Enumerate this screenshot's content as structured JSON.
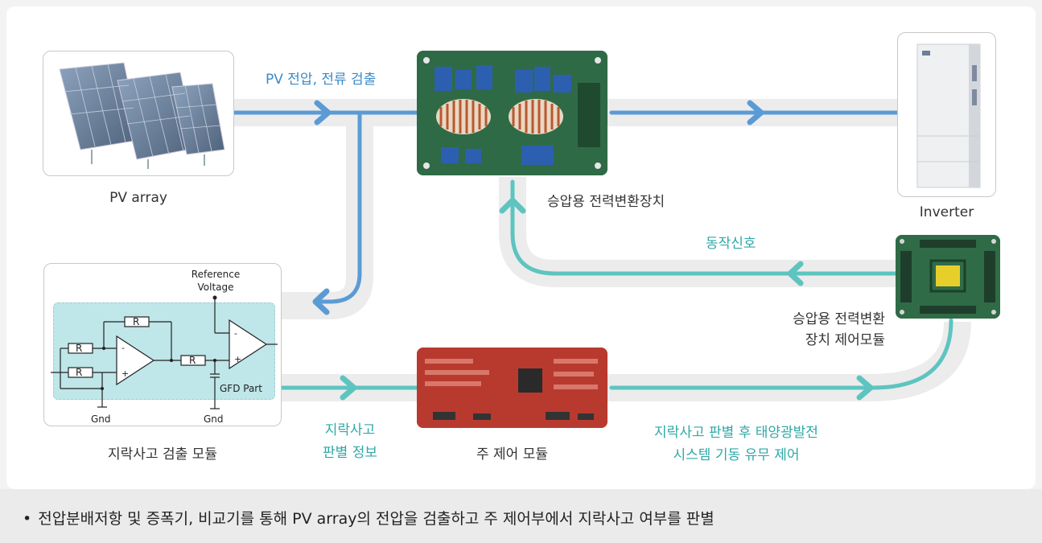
{
  "labels": {
    "pv_array": "PV array",
    "booster": "승압용 전력변환장치",
    "inverter": "Inverter",
    "ground_fault_module": "지락사고 검출 모듈",
    "main_control": "주 제어 모듈",
    "pv_sense": "PV 전압, 전류 검출",
    "operation_signal": "동작신호",
    "booster_control_line1": "승압용 전력변환",
    "booster_control_line2": "장치 제어모듈",
    "gf_info_line1": "지락사고",
    "gf_info_line2": "판별 정보",
    "system_control_line1": "지락사고 판별 후 태양광발전",
    "system_control_line2": "시스템 기동 유무 제어"
  },
  "circuit": {
    "reference_line1": "Reference",
    "reference_line2": "Voltage",
    "resistor_label": "R",
    "gfd_part": "GFD Part",
    "gnd": "Gnd"
  },
  "footer": {
    "bullet": "•",
    "text": "전압분배저항 및 증폭기, 비교기를 통해 PV array의 전압을 검출하고 주 제어부에서 지락사고 여부를 판별"
  },
  "colors": {
    "blue": "#5b9bd5",
    "teal": "#5ec4c0",
    "track": "#ececec"
  }
}
